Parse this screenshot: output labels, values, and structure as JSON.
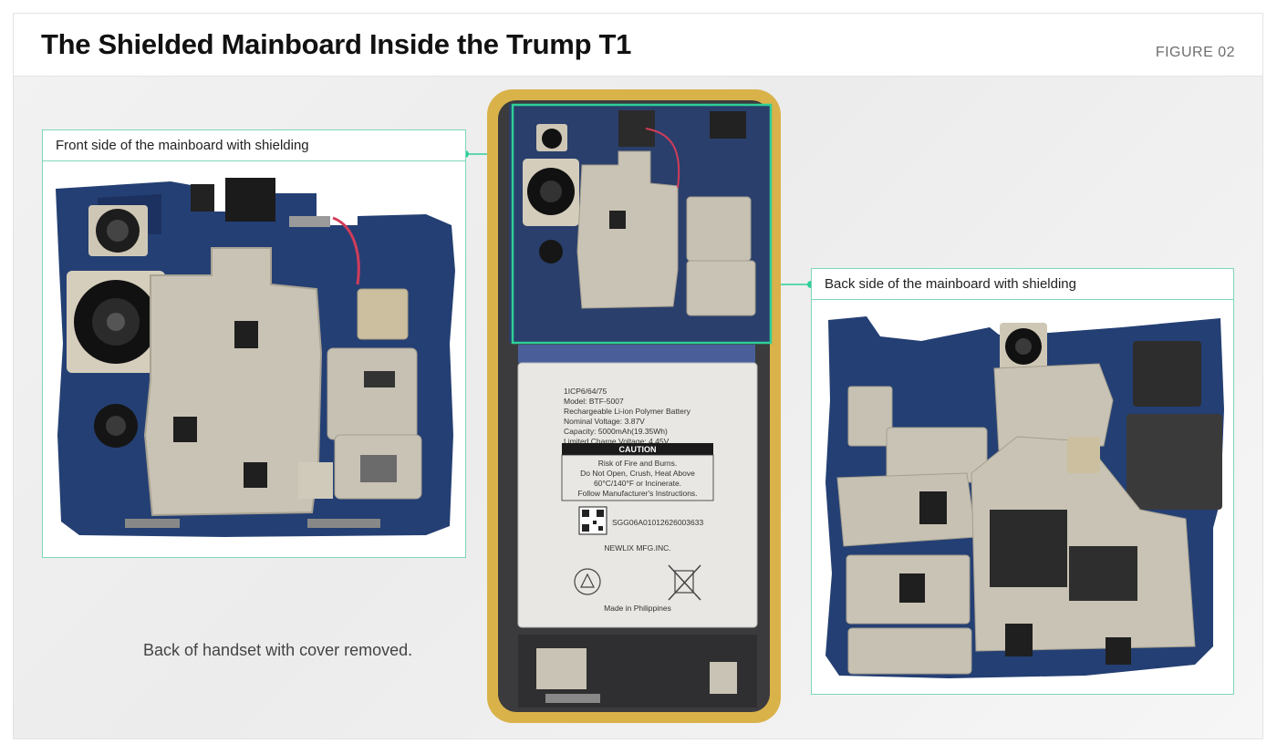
{
  "header": {
    "title": "The Shielded Mainboard Inside the Trump T1",
    "figure_label": "FIGURE 02"
  },
  "callouts": {
    "front": {
      "label": "Front side of the mainboard with shielding"
    },
    "back": {
      "label": "Back side of the mainboard with shielding"
    }
  },
  "caption": "Back of handset with cover removed.",
  "battery": {
    "model_code": "1ICP6/64/75",
    "model": "Model: BTF-5007",
    "type": "Rechargeable Li-ion Polymer Battery",
    "nominal_voltage": "Nominal Voltage: 3.87V",
    "capacity": "Capacity: 5000mAh(19.35Wh)",
    "charge_voltage": "Limited Charge Voltage: 4.45V",
    "caution_title": "CAUTION",
    "caution_lines": [
      "Risk of Fire and Burns.",
      "Do Not Open, Crush, Heat Above",
      "60°C/140°F or Incinerate.",
      "Follow Manufacturer's Instructions."
    ],
    "serial": "SGG06A01012626003633",
    "manufacturer": "NEWLIX MFG.INC.",
    "origin": "Made in Philippines"
  },
  "colors": {
    "accent": "#2fcf97",
    "pcb_blue": "#243f73",
    "shield_metal": "#c9c3b5",
    "phone_frame": "#d9b24a"
  }
}
